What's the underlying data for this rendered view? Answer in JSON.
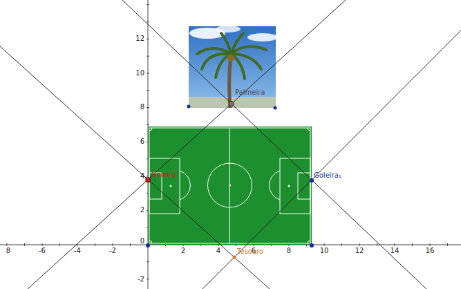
{
  "diagram": {
    "labels": [
      "8",
      "-6",
      "-4",
      "-2",
      "2",
      "4",
      "6",
      "8",
      "10",
      "12",
      "14",
      "16",
      "0",
      "12",
      "10",
      "8",
      "6",
      "4",
      "2",
      "-2",
      "Palmeira",
      "Goleira",
      "Goleira₁",
      "Tesouro"
    ]
  }
}
